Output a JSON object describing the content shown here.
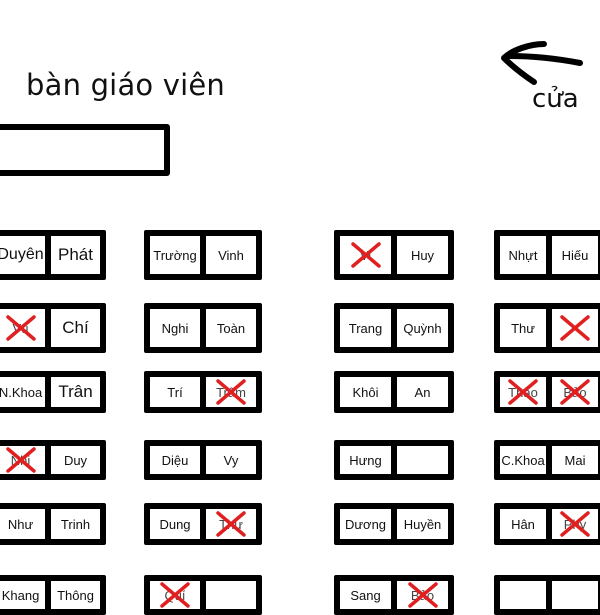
{
  "room": {
    "teacher_desk_label": "bàn giáo viên",
    "door_label": "cửa",
    "door_arrow_icon": "left-arrow-icon",
    "ink_color": "#000000",
    "cross_color": "#e02020"
  },
  "desks": [
    {
      "id": "c1r1",
      "left": "Duyên",
      "right": "Phát",
      "crossLeft": false,
      "crossRight": false
    },
    {
      "id": "c2r1",
      "left": "Trường",
      "right": "Vinh",
      "crossLeft": false,
      "crossRight": false
    },
    {
      "id": "c3r1",
      "left": "Vi",
      "right": "Huy",
      "crossLeft": true,
      "crossRight": false
    },
    {
      "id": "c4r1",
      "left": "Nhựt",
      "right": "Hiếu",
      "crossLeft": false,
      "crossRight": false
    },
    {
      "id": "c1r2",
      "left": "Vũ",
      "right": "Chí",
      "crossLeft": true,
      "crossRight": false
    },
    {
      "id": "c2r2",
      "left": "Nghi",
      "right": "Toàn",
      "crossLeft": false,
      "crossRight": false
    },
    {
      "id": "c3r2",
      "left": "Trang",
      "right": "Quỳnh",
      "crossLeft": false,
      "crossRight": false
    },
    {
      "id": "c4r2",
      "left": "Thư",
      "right": "",
      "crossLeft": false,
      "crossRight": true
    },
    {
      "id": "c1r3",
      "left": "N.Khoa",
      "right": "Trân",
      "crossLeft": false,
      "crossRight": false
    },
    {
      "id": "c2r3",
      "left": "Trí",
      "right": "Trâm",
      "crossLeft": false,
      "crossRight": true
    },
    {
      "id": "c3r3",
      "left": "Khôi",
      "right": "An",
      "crossLeft": false,
      "crossRight": false
    },
    {
      "id": "c4r3",
      "left": "Thảo",
      "right": "Bảo",
      "crossLeft": true,
      "crossRight": true
    },
    {
      "id": "c1r4",
      "left": "Nhi",
      "right": "Duy",
      "crossLeft": true,
      "crossRight": false
    },
    {
      "id": "c2r4",
      "left": "Diệu",
      "right": "Vy",
      "crossLeft": false,
      "crossRight": false
    },
    {
      "id": "c3r4",
      "left": "Hưng",
      "right": "",
      "crossLeft": false,
      "crossRight": false
    },
    {
      "id": "c4r4",
      "left": "C.Khoa",
      "right": "Mai",
      "crossLeft": false,
      "crossRight": false
    },
    {
      "id": "c1r5",
      "left": "Như",
      "right": "Trinh",
      "crossLeft": false,
      "crossRight": false
    },
    {
      "id": "c2r5",
      "left": "Dung",
      "right": "Thư",
      "crossLeft": false,
      "crossRight": true
    },
    {
      "id": "c3r5",
      "left": "Dương",
      "right": "Huyền",
      "crossLeft": false,
      "crossRight": false
    },
    {
      "id": "c4r5",
      "left": "Hân",
      "right": "Phy",
      "crossLeft": false,
      "crossRight": true
    },
    {
      "id": "c1r6",
      "left": "Khang",
      "right": "Thông",
      "crossLeft": false,
      "crossRight": false
    },
    {
      "id": "c2r6",
      "left": "Quí",
      "right": "",
      "crossLeft": true,
      "crossRight": false
    },
    {
      "id": "c3r6",
      "left": "Sang",
      "right": "Bảo",
      "crossLeft": false,
      "crossRight": true
    },
    {
      "id": "c4r6",
      "left": "",
      "right": "",
      "crossLeft": false,
      "crossRight": false
    }
  ]
}
